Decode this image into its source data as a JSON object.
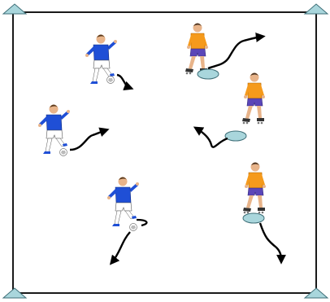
{
  "diagram": {
    "type": "training-drill",
    "field": {
      "shape": "square",
      "border_color": "#1a1a1a",
      "fill": "#ffffff"
    },
    "corner_cones": {
      "count": 4,
      "color": "#a9d6dc",
      "outline": "#3f6f78"
    },
    "colors": {
      "soccer_shirt": "#1f4fd6",
      "soccer_shorts": "#ffffff",
      "skater_shirt": "#f59a1c",
      "skater_shorts": "#5a46b8",
      "skin": "#e8b48a",
      "hair": "#5a3a1c",
      "disc": "#a9d6dc",
      "arrow": "#000000"
    },
    "players": [
      {
        "role": "soccer-player-with-ball",
        "count": 3
      },
      {
        "role": "inline-skater-with-disc",
        "count": 3
      }
    ]
  }
}
